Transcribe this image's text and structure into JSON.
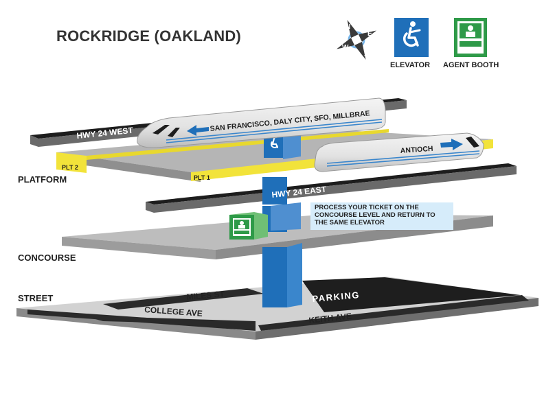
{
  "title": "ROCKRIDGE (OAKLAND)",
  "legend": {
    "compass_letters": [
      "N",
      "E",
      "S",
      "W"
    ],
    "elevator_label": "ELEVATOR",
    "agent_booth_label": "AGENT BOOTH"
  },
  "levels": {
    "platform": "PLATFORM",
    "concourse": "CONCOURSE",
    "street": "STREET"
  },
  "tracks": {
    "west": "HWY 24 WEST",
    "east": "HWY 24 EAST"
  },
  "platforms": {
    "plt1": "PLT 1",
    "plt2": "PLT 2"
  },
  "trains": {
    "westbound": "SAN FRANCISCO, DALY CITY, SFO, MILLBRAE",
    "eastbound": "ANTIOCH"
  },
  "note": "PROCESS YOUR TICKET ON THE CONCOURSE LEVEL AND RETURN TO THE SAME ELEVATOR",
  "streets": {
    "miles": "MILES ST",
    "college": "COLLEGE AVE",
    "keith": "KEITH AVE",
    "parking": "PARKING"
  },
  "colors": {
    "elevator_blue": "#1f6fb9",
    "booth_green": "#2e9a48",
    "platform_yellow": "#f2e33a",
    "track_black": "#1d1d1d",
    "slab_gray": "#b3b3b3",
    "note_bg": "#d6ecfa"
  }
}
